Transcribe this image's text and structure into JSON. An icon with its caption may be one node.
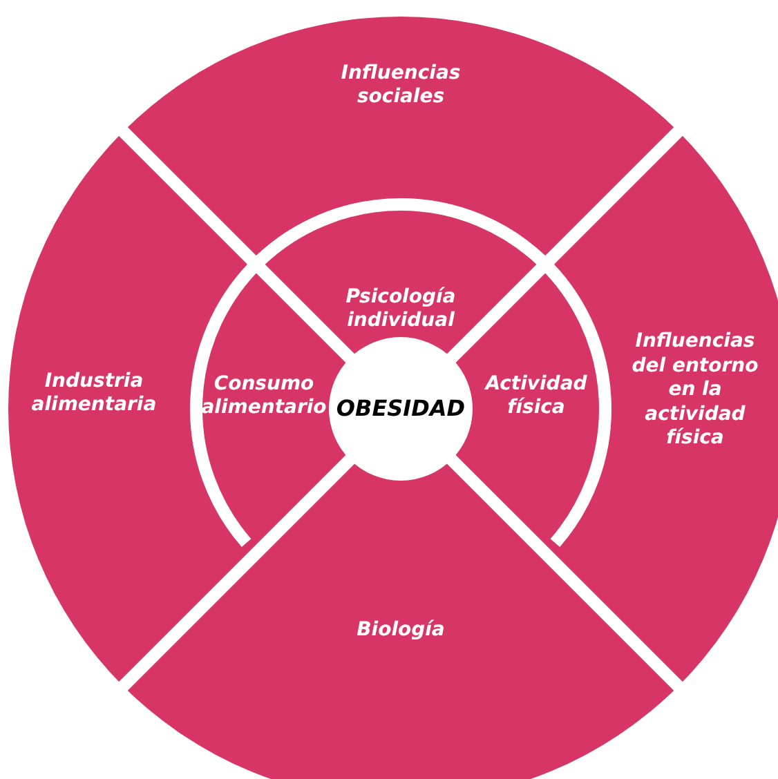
{
  "diagram": {
    "nodes": [
      {
        "text": [
          "Influencias sociales"
        ]
      },
      {
        "text": [
          "Industria alimentaria"
        ]
      },
      {
        "text": [
          "Psicología individual"
        ]
      },
      {
        "text": [
          "Consumo alimentario"
        ]
      },
      {
        "text": [
          "OBESIDAD"
        ]
      },
      {
        "text": [
          "Actividad física"
        ]
      },
      {
        "text": [
          "Influencias del entorno en la actividad física"
        ]
      },
      {
        "text": [
          "Biología"
        ]
      }
    ]
  }
}
